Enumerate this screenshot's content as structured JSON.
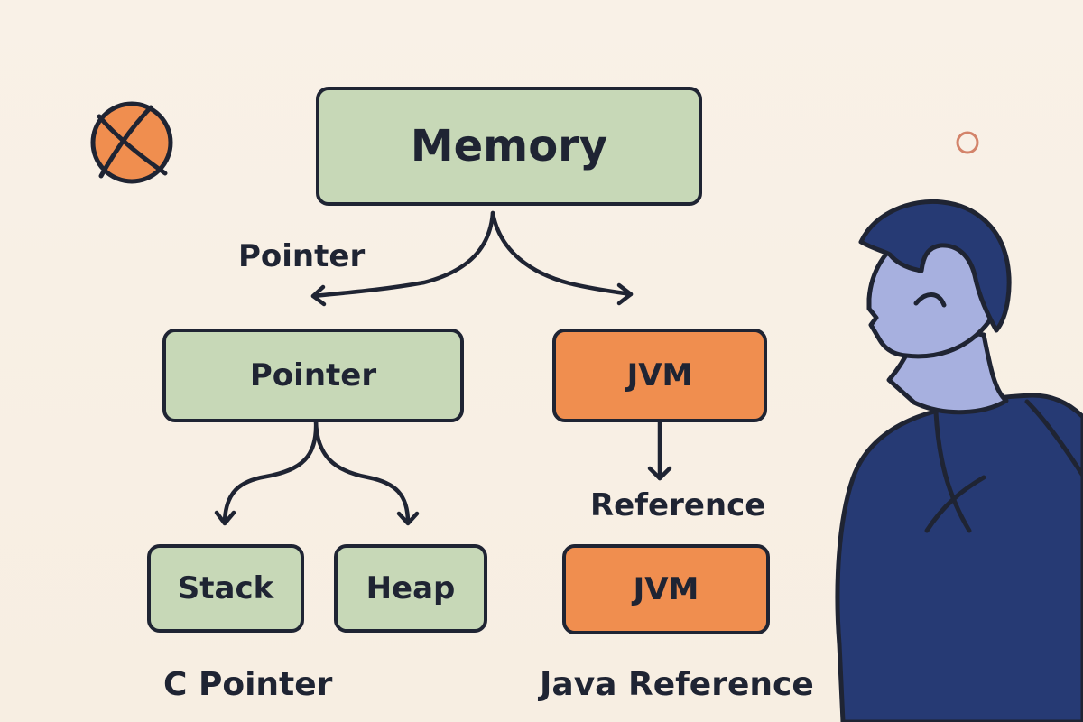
{
  "colors": {
    "background": "#f8efe4",
    "green_box": "#c7d8b7",
    "orange_box": "#f08e4f",
    "outline": "#1f2433",
    "figure_suit": "#263a74",
    "figure_skin": "#a7b0df"
  },
  "nodes": {
    "memory": "Memory",
    "pointer": "Pointer",
    "jvm_top": "JVM",
    "stack": "Stack",
    "heap": "Heap",
    "jvm_bottom": "JVM"
  },
  "labels": {
    "pointer_edge": "Pointer",
    "reference_edge": "Reference",
    "c_pointer": "C Pointer",
    "java_reference": "Java Reference"
  },
  "icons": {
    "decorative_ball": "ball-icon",
    "decorative_ring": "ring-icon",
    "person": "person-icon"
  }
}
